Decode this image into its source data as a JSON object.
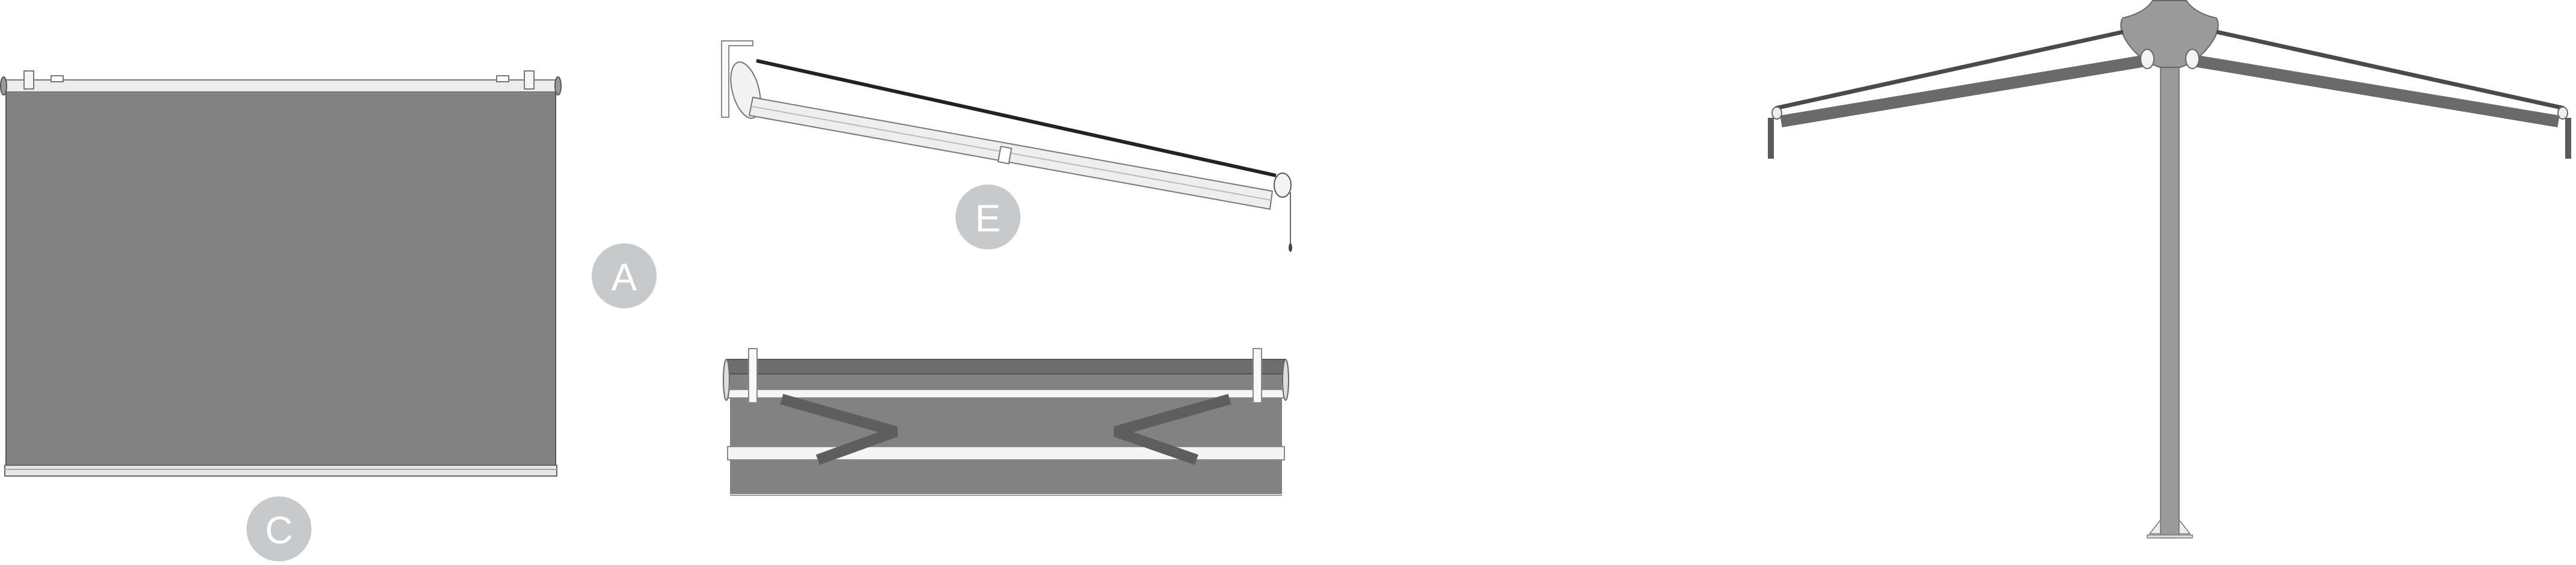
{
  "labels": {
    "roller_blind_side": "A",
    "roller_blind_bottom": "C",
    "awning": "E"
  },
  "colors": {
    "fabric": "#828282",
    "fabric_dark": "#6e6e6e",
    "label_circle": "#c8c9cb",
    "frame": "#e6e6e6",
    "outline": "#555555",
    "parasol": "#9a9a9a",
    "strut": "#4a4a4a"
  }
}
